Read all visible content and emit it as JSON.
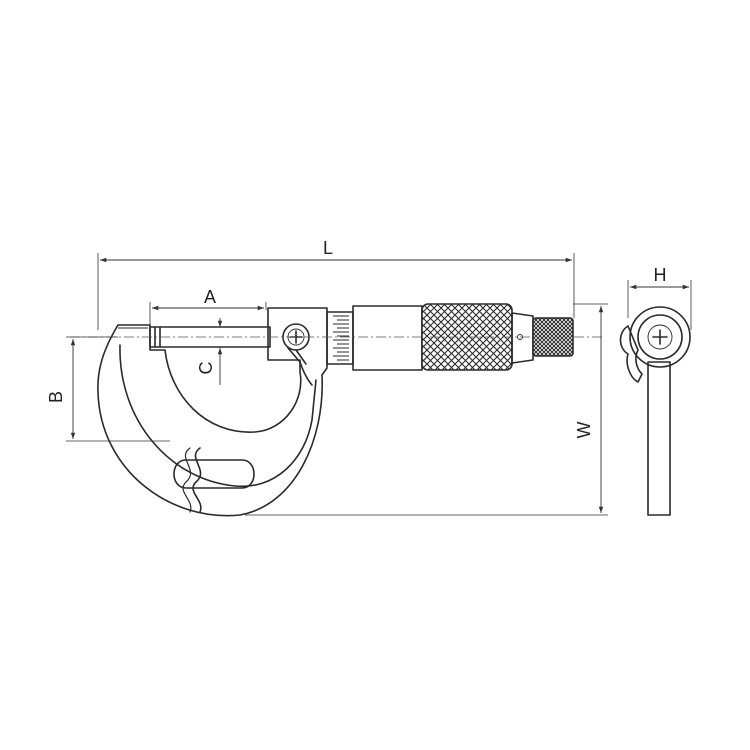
{
  "dimensions": {
    "L": "L",
    "A": "A",
    "B": "B",
    "C": "C",
    "W": "W",
    "H": "H"
  },
  "colors": {
    "line": "#2a2a2a",
    "background": "#ffffff"
  }
}
